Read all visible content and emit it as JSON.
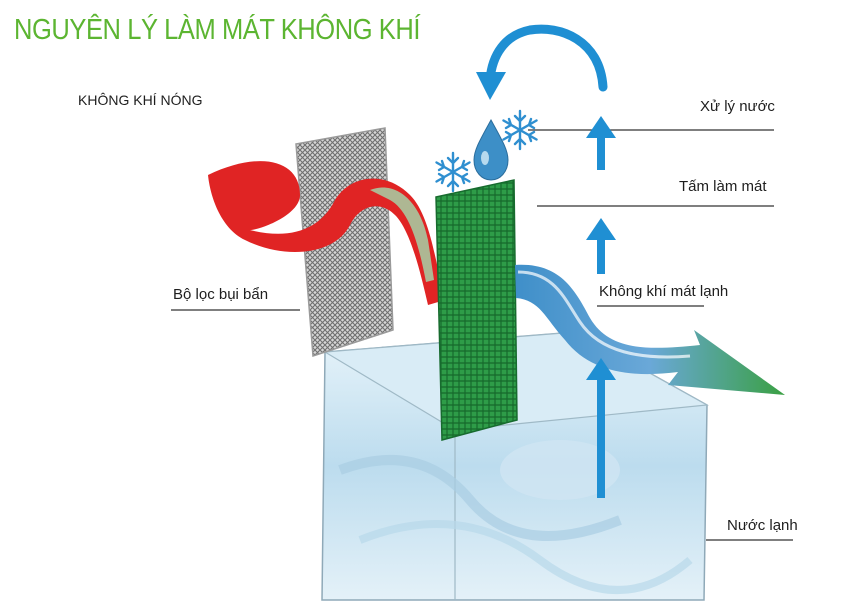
{
  "title": "NGUYÊN LÝ LÀM MÁT KHÔNG KHÍ",
  "labels": {
    "hot_air": "KHÔNG KHÍ NÓNG",
    "water_treatment": "Xử lý nước",
    "cooling_pad": "Tấm làm mát",
    "dust_filter": "Bộ lọc bụi bẩn",
    "cool_air": "Không khí mát lạnh",
    "cold_water": "Nước lạnh"
  },
  "colors": {
    "title": "#5cb531",
    "hot_air": "#e02424",
    "cool_air": "#3a9a3a",
    "arrow": "#1f8fd3",
    "pad": "#1f8a3a",
    "filter": "#8c8c8c",
    "water": "#cfe6f3"
  }
}
